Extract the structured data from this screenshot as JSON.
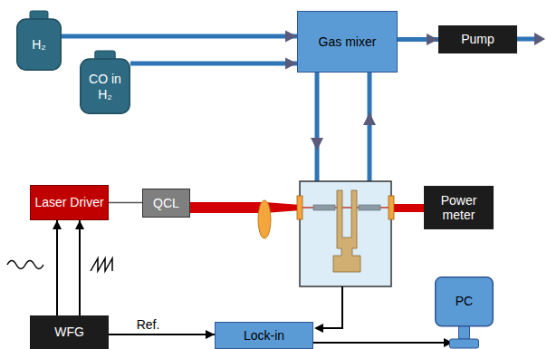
{
  "diagram": {
    "nodes": [
      {
        "text": [
          "H₂"
        ]
      },
      {
        "text": [
          "CO in H₂"
        ]
      },
      {
        "text": [
          "Gas mixer"
        ]
      },
      {
        "text": [
          "Pump"
        ]
      },
      {
        "text": [
          "Laser Driver"
        ]
      },
      {
        "text": [
          "QCL"
        ]
      },
      {
        "text": [
          "Power meter"
        ]
      },
      {
        "text": [
          "WFG"
        ]
      },
      {
        "text": [
          "Lock-in"
        ]
      },
      {
        "text": [
          "PC"
        ]
      }
    ],
    "edges": [
      {
        "from": 0,
        "to": 2,
        "arrow": "to"
      },
      {
        "from": 1,
        "to": 2,
        "arrow": "to"
      },
      {
        "from": 2,
        "to": 3,
        "arrow": "to"
      },
      {
        "from": 7,
        "to": 4,
        "arrow": "to"
      },
      {
        "from": 7,
        "to": 4,
        "arrow": "to"
      },
      {
        "from": 4,
        "to": 5,
        "arrow": "none"
      },
      {
        "from": 7,
        "to": 8,
        "label": "Ref.",
        "arrow": "to"
      },
      {
        "from": 8,
        "to": 9,
        "arrow": "to"
      }
    ]
  }
}
